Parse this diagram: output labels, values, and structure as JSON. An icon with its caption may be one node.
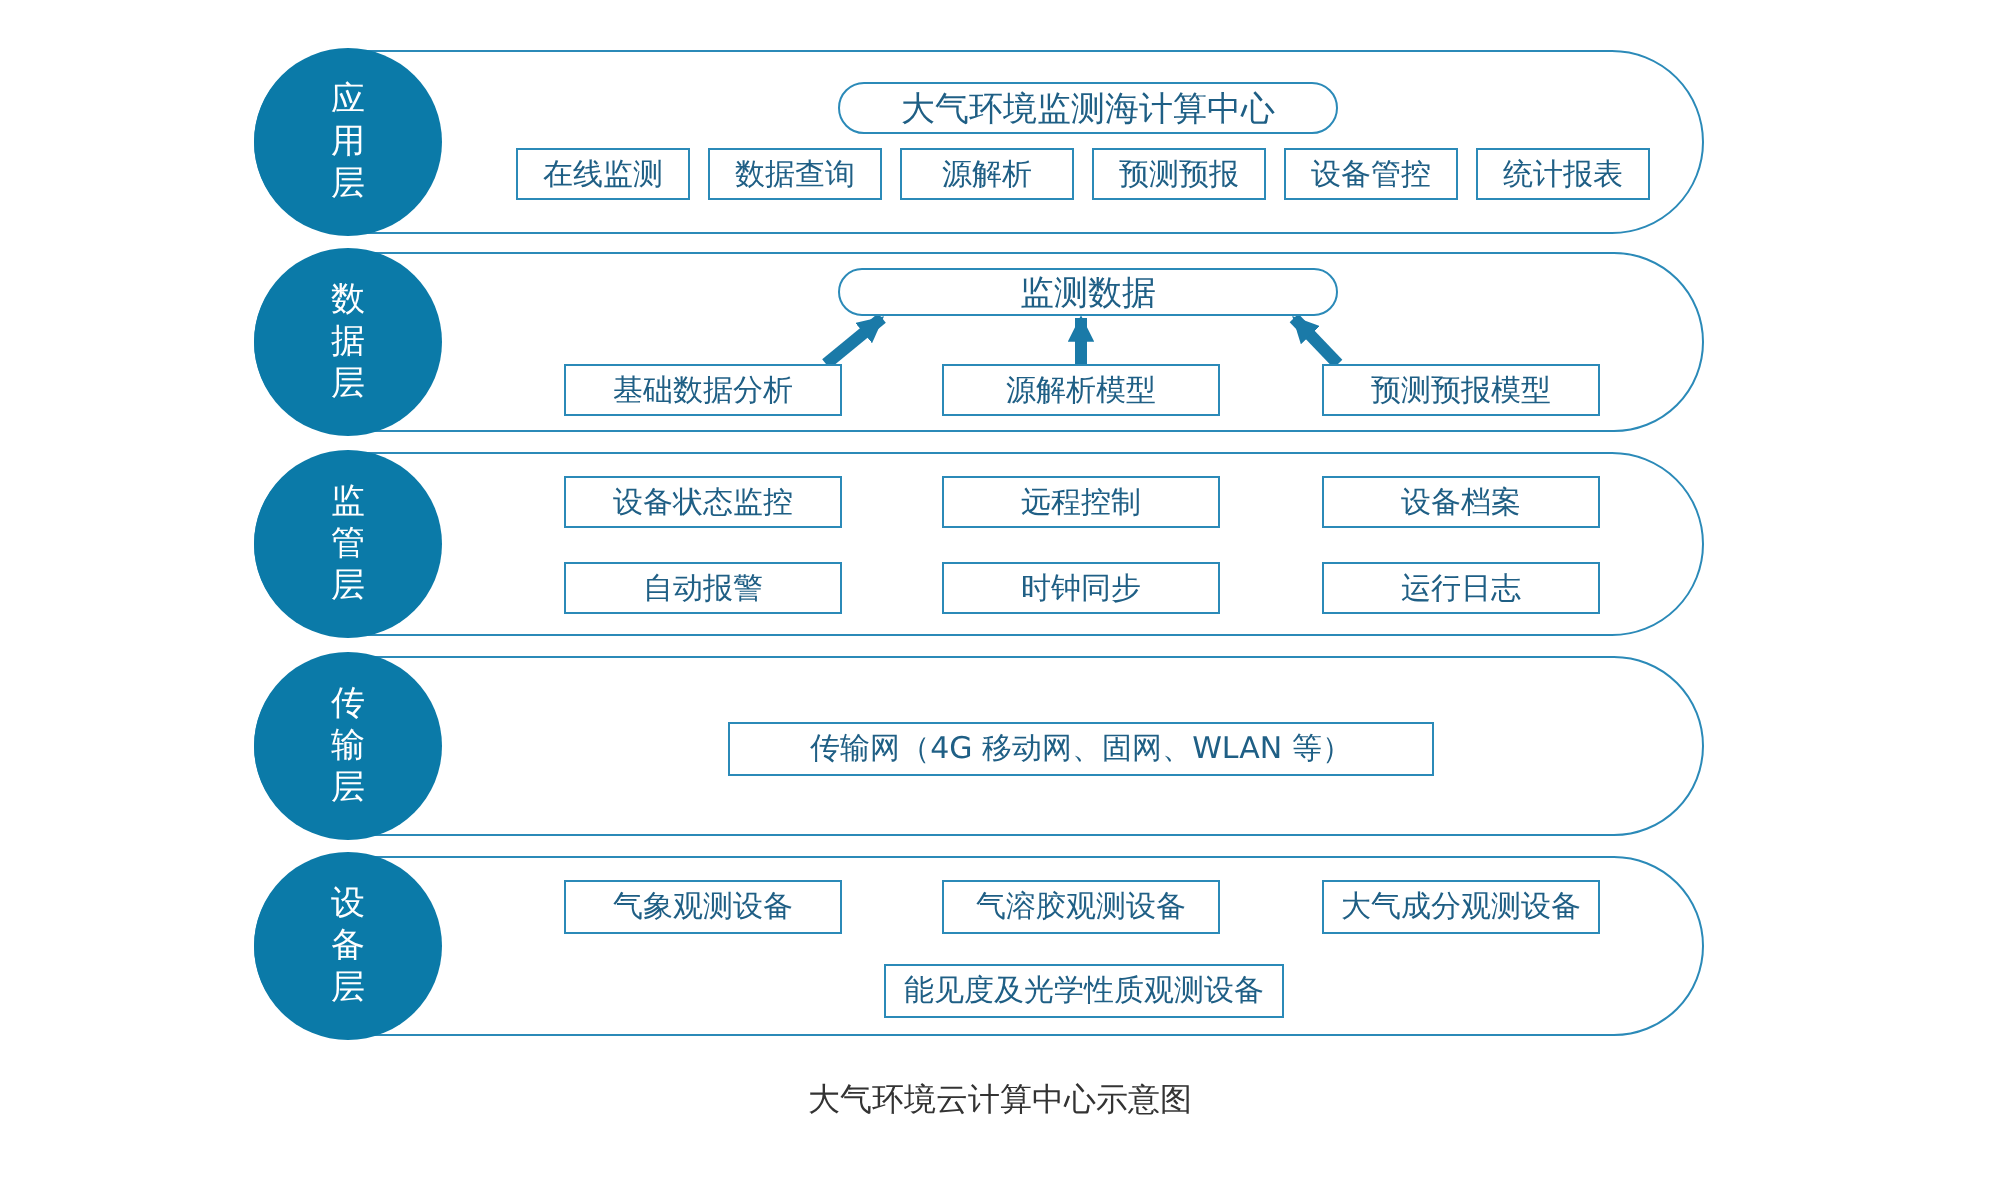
{
  "diagram": {
    "caption": "大气环境云计算中心示意图",
    "nodes": [
      {
        "text": [
          "应用层"
        ]
      },
      {
        "text": [
          "大气环境监测海计算中心"
        ],
        "in": 0
      },
      {
        "text": [
          "在线监测"
        ],
        "in": 0
      },
      {
        "text": [
          "数据查询"
        ],
        "in": 0
      },
      {
        "text": [
          "源解析"
        ],
        "in": 0
      },
      {
        "text": [
          "预测预报"
        ],
        "in": 0
      },
      {
        "text": [
          "设备管控"
        ],
        "in": 0
      },
      {
        "text": [
          "统计报表"
        ],
        "in": 0
      },
      {
        "text": [
          "数据层"
        ]
      },
      {
        "text": [
          "监测数据"
        ],
        "in": 8
      },
      {
        "text": [
          "基础数据分析"
        ],
        "in": 8
      },
      {
        "text": [
          "源解析模型"
        ],
        "in": 8
      },
      {
        "text": [
          "预测预报模型"
        ],
        "in": 8
      },
      {
        "text": [
          "监管层"
        ]
      },
      {
        "text": [
          "设备状态监控"
        ],
        "in": 13
      },
      {
        "text": [
          "远程控制"
        ],
        "in": 13
      },
      {
        "text": [
          "设备档案"
        ],
        "in": 13
      },
      {
        "text": [
          "自动报警"
        ],
        "in": 13
      },
      {
        "text": [
          "时钟同步"
        ],
        "in": 13
      },
      {
        "text": [
          "运行日志"
        ],
        "in": 13
      },
      {
        "text": [
          "传输层"
        ]
      },
      {
        "text": [
          "传输网（4G 移动网、固网、WLAN 等）"
        ],
        "in": 20
      },
      {
        "text": [
          "设备层"
        ]
      },
      {
        "text": [
          "气象观测设备"
        ],
        "in": 22
      },
      {
        "text": [
          "气溶胶观测设备"
        ],
        "in": 22
      },
      {
        "text": [
          "大气成分观测设备"
        ],
        "in": 22
      },
      {
        "text": [
          "能见度及光学性质观测设备"
        ],
        "in": 22
      }
    ],
    "edges": [
      {
        "from": 10,
        "to": 9,
        "arrow": "to"
      },
      {
        "from": 11,
        "to": 9,
        "arrow": "to"
      },
      {
        "from": 12,
        "to": 9,
        "arrow": "to"
      }
    ]
  }
}
